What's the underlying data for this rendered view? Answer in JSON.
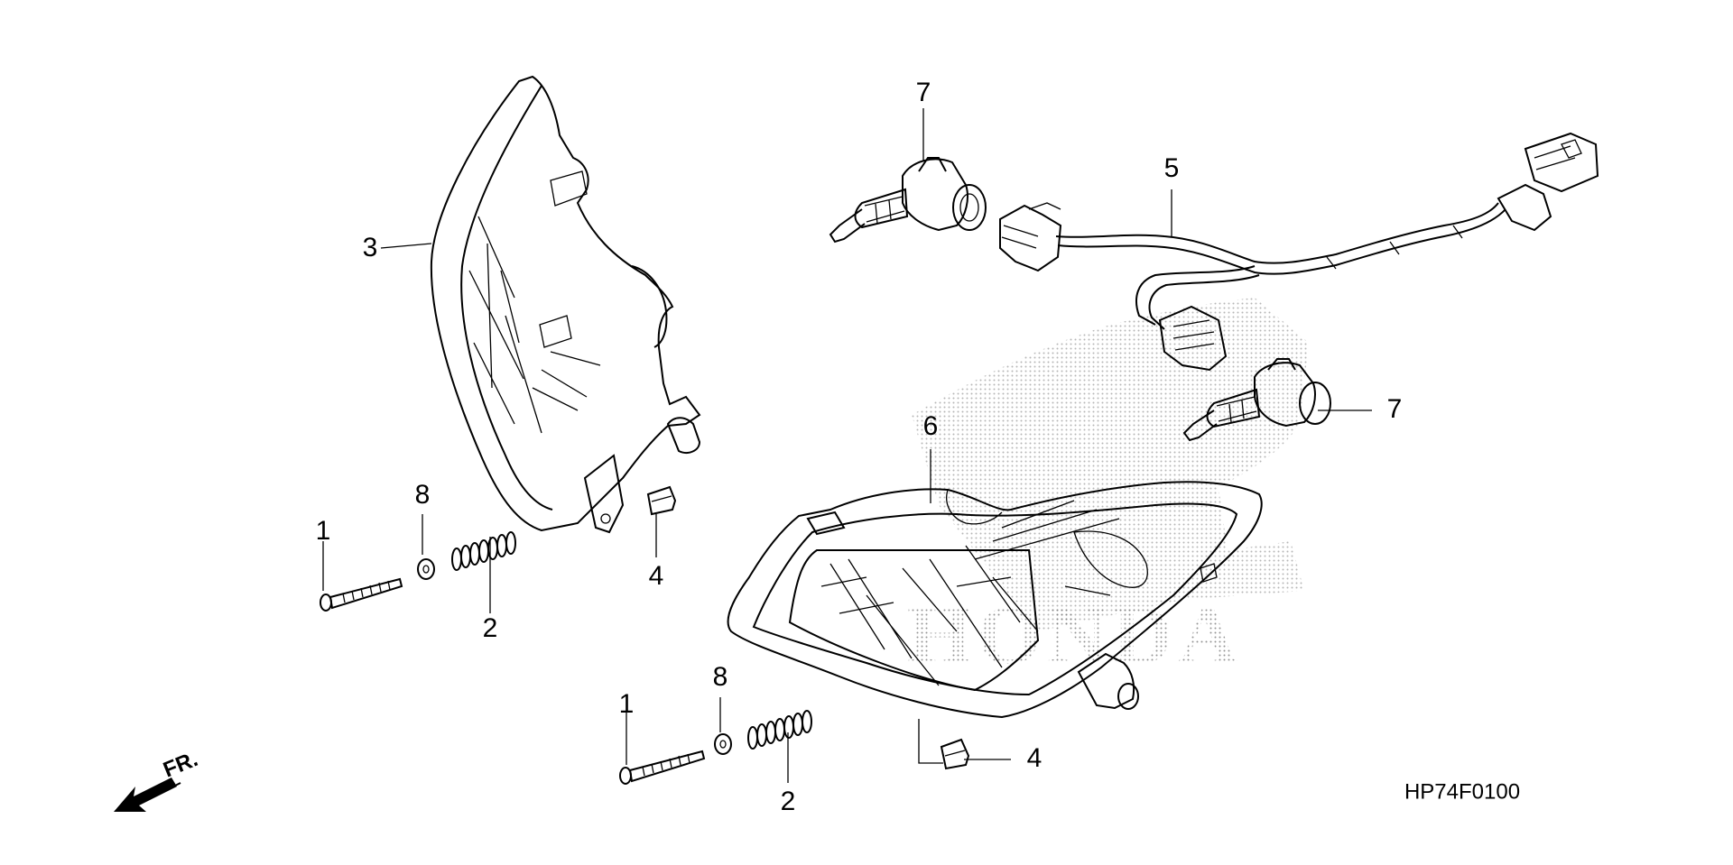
{
  "diagram": {
    "part_code": "HP74F0100",
    "direction_label": "FR.",
    "brand_watermark": "HONDA",
    "callouts": [
      {
        "id": "left-bolt",
        "label": "1"
      },
      {
        "id": "left-spring",
        "label": "2"
      },
      {
        "id": "left-headlight",
        "label": "3"
      },
      {
        "id": "left-clip-nut",
        "label": "4"
      },
      {
        "id": "wire-harness",
        "label": "5"
      },
      {
        "id": "right-headlight",
        "label": "6"
      },
      {
        "id": "upper-bulb",
        "label": "7"
      },
      {
        "id": "left-washer",
        "label": "8"
      },
      {
        "id": "right-bolt",
        "label": "1"
      },
      {
        "id": "right-spring",
        "label": "2"
      },
      {
        "id": "right-clip-nut",
        "label": "4"
      },
      {
        "id": "lower-bulb",
        "label": "7"
      },
      {
        "id": "right-washer",
        "label": "8"
      }
    ],
    "colors": {
      "line": "#000000",
      "background": "#ffffff",
      "shading": "#8a8a8a"
    }
  }
}
